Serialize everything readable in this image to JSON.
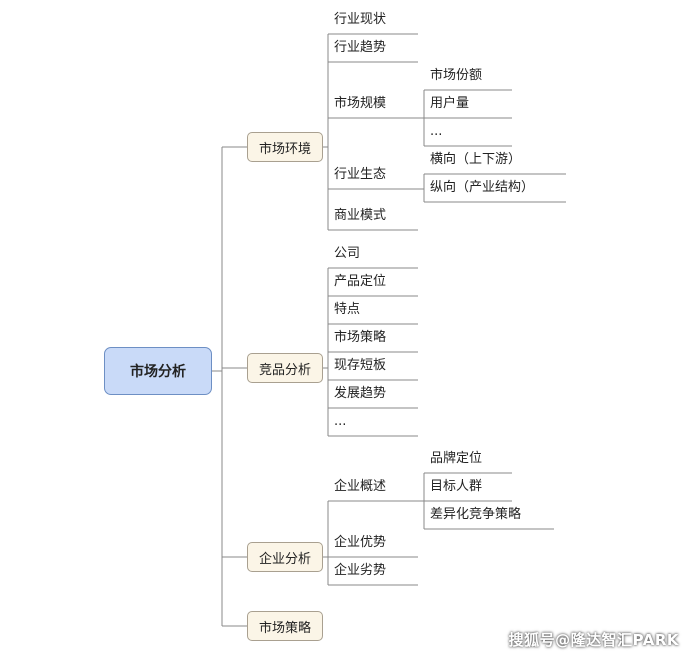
{
  "colors": {
    "root_fill": "#c9daf8",
    "root_border": "#6d8fc4",
    "branch_fill": "#fbf5e7",
    "branch_border": "#a9a090",
    "line": "#888888"
  },
  "root": {
    "label": "市场分析"
  },
  "branches": [
    {
      "label": "市场环境",
      "children": [
        {
          "label": "行业现状"
        },
        {
          "label": "行业趋势"
        },
        {
          "label": "市场规模",
          "children": [
            {
              "label": "市场份额"
            },
            {
              "label": "用户量"
            },
            {
              "label": "..."
            }
          ]
        },
        {
          "label": "行业生态",
          "children": [
            {
              "label": "横向（上下游）"
            },
            {
              "label": "纵向（产业结构）"
            }
          ]
        },
        {
          "label": "商业模式"
        }
      ]
    },
    {
      "label": "竞品分析",
      "children": [
        {
          "label": "公司"
        },
        {
          "label": "产品定位"
        },
        {
          "label": "特点"
        },
        {
          "label": "市场策略"
        },
        {
          "label": "现存短板"
        },
        {
          "label": "发展趋势"
        },
        {
          "label": "..."
        }
      ]
    },
    {
      "label": "企业分析",
      "children": [
        {
          "label": "企业概述",
          "children": [
            {
              "label": "品牌定位"
            },
            {
              "label": "目标人群"
            },
            {
              "label": "差异化竞争策略"
            }
          ]
        },
        {
          "label": "企业优势"
        },
        {
          "label": "企业劣势"
        }
      ]
    },
    {
      "label": "市场策略",
      "children": []
    }
  ],
  "watermark": "搜狐号@隆达智汇PARK"
}
